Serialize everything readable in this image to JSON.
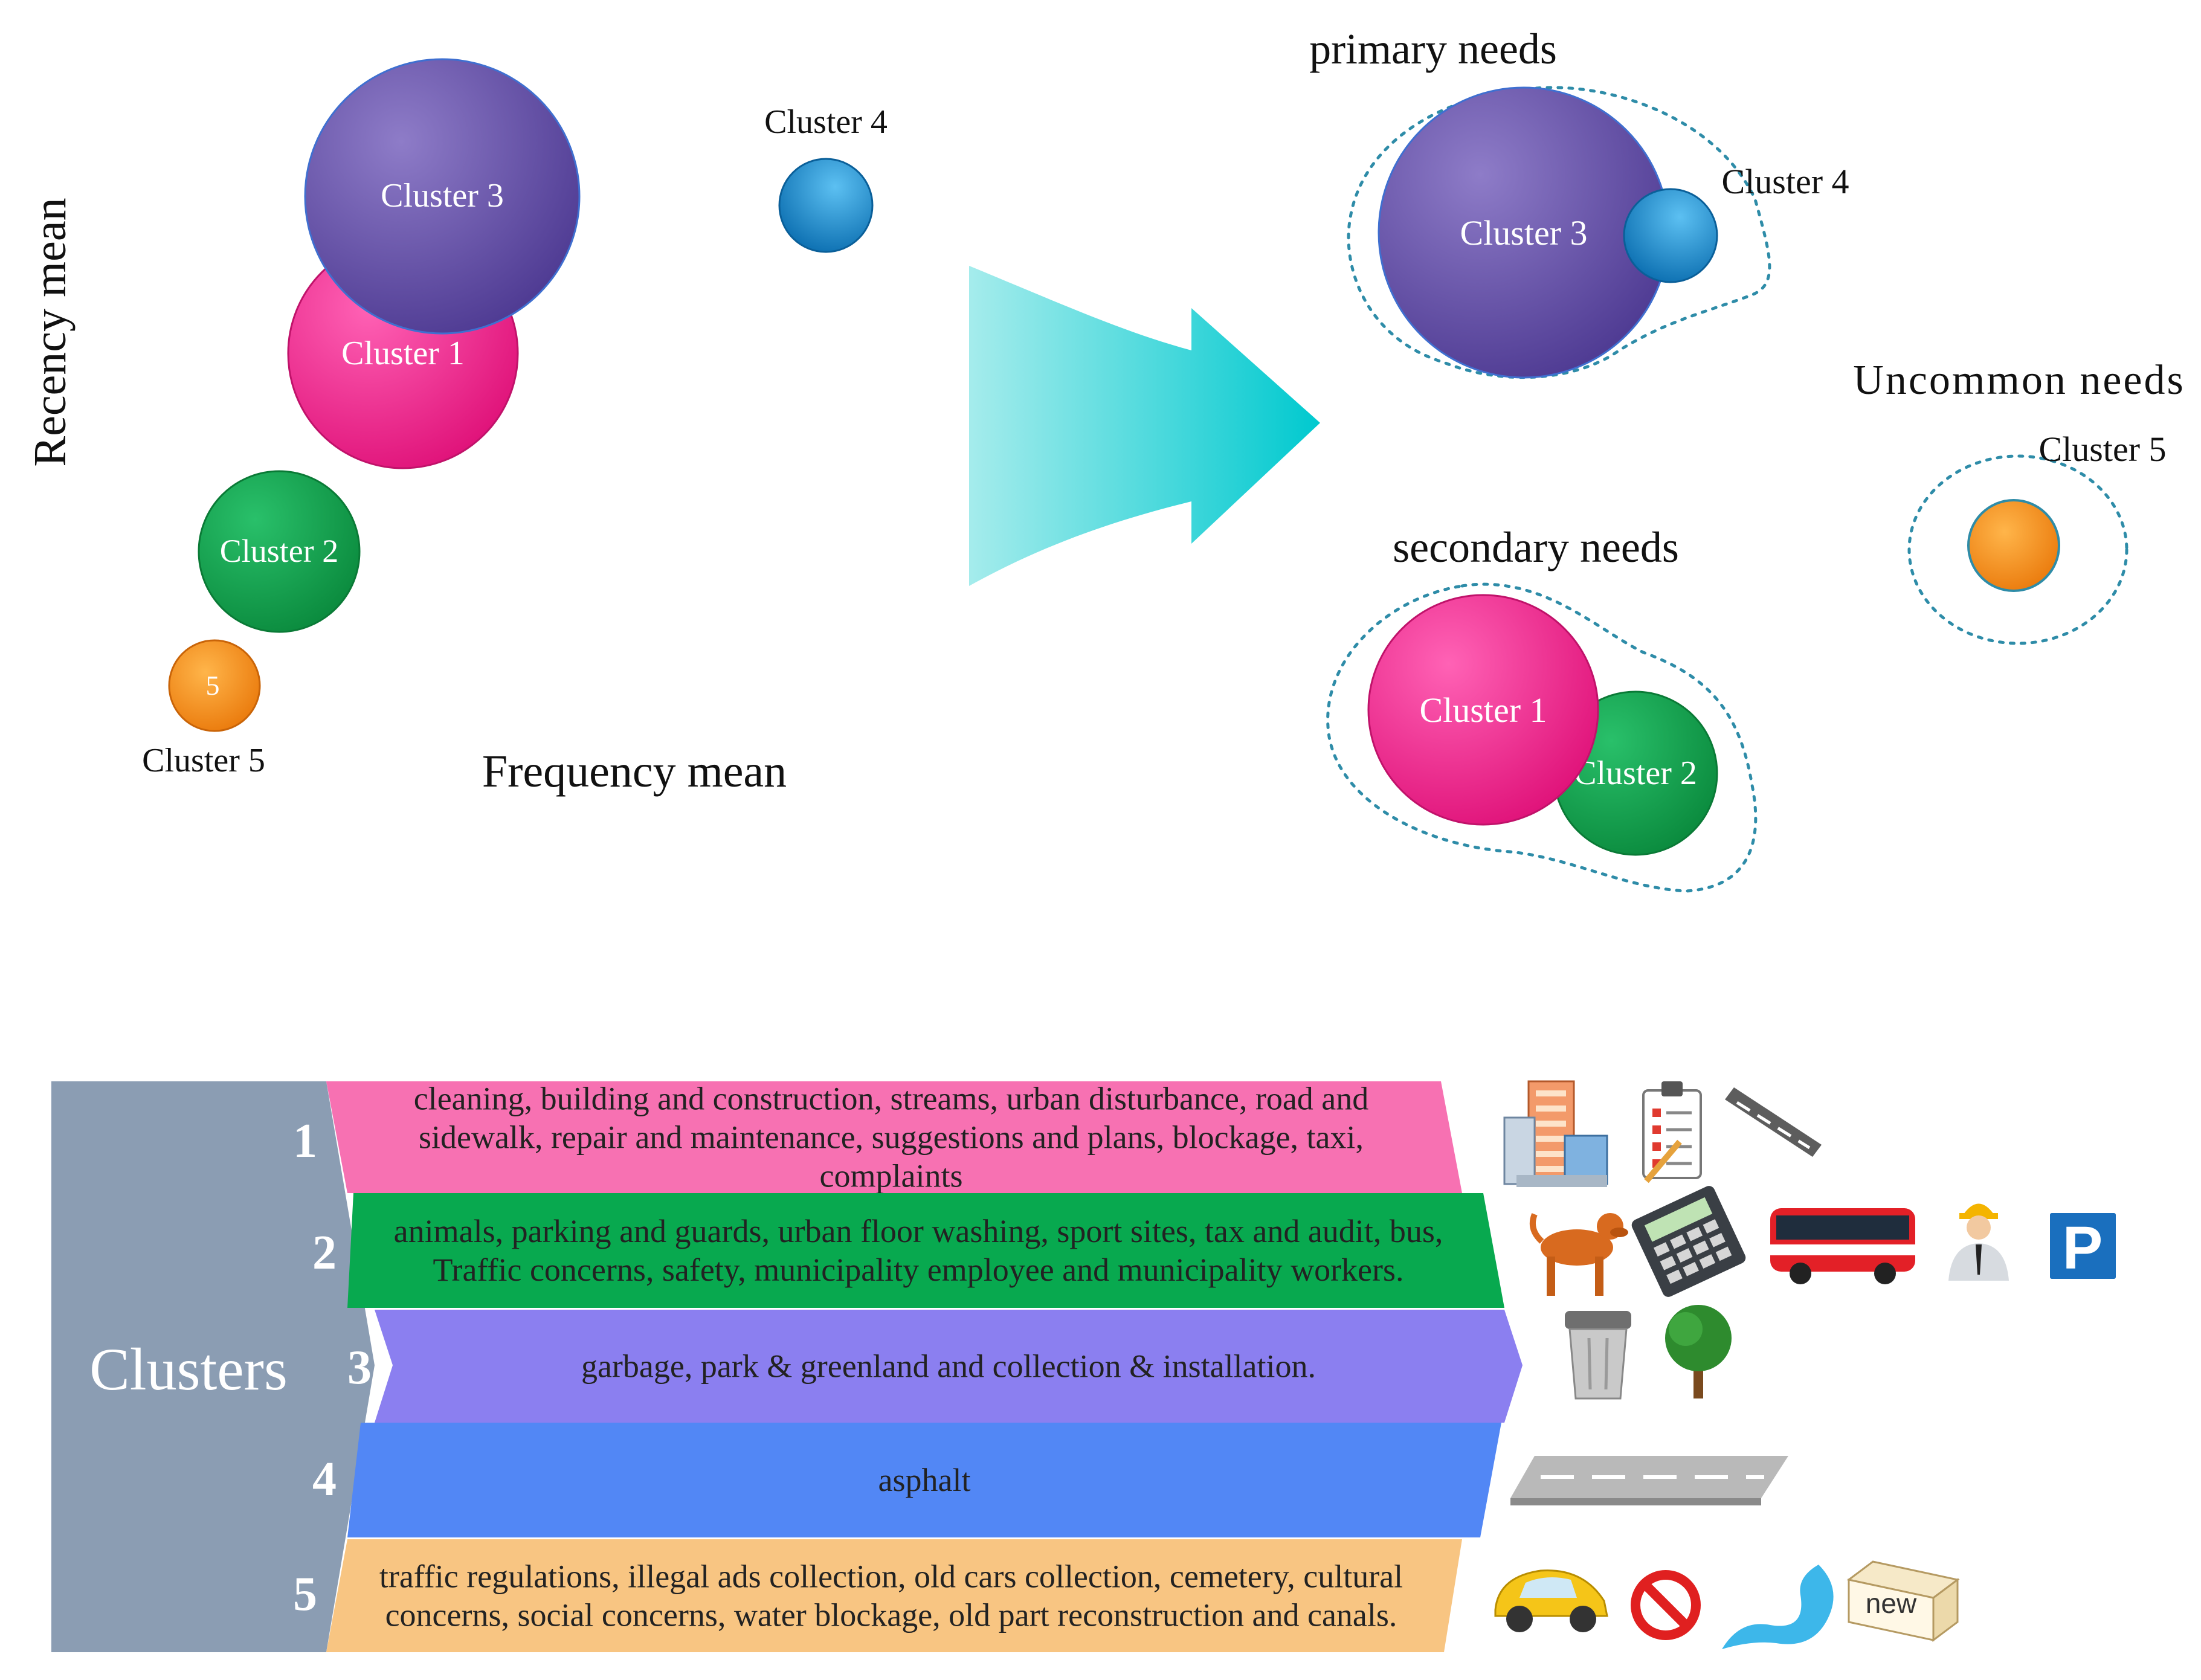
{
  "scatter": {
    "x_axis_label": "Frequency mean",
    "y_axis_label": "Recency mean",
    "clusters": [
      {
        "label": "Cluster 3",
        "color": "#6c55a8"
      },
      {
        "label": "Cluster 1",
        "color": "#f0308f"
      },
      {
        "label": "Cluster 4",
        "color": "#1d8fd0"
      },
      {
        "label": "Cluster 2",
        "color": "#12a84e"
      },
      {
        "label": "5",
        "color": "#f2901f"
      },
      {
        "label": "Cluster 5",
        "color": "#f2901f"
      }
    ]
  },
  "needs": {
    "primary": {
      "title": "primary needs",
      "cluster_a": "Cluster 3",
      "cluster_b": "Cluster 4"
    },
    "secondary": {
      "title": "secondary needs",
      "cluster_a": "Cluster 1",
      "cluster_b": "Cluster 2"
    },
    "uncommon": {
      "title": "Uncommon needs",
      "cluster_a": "Cluster 5"
    }
  },
  "table": {
    "title": "Clusters",
    "rows": [
      {
        "number": "1",
        "color": "#f771b2",
        "lines": [
          "cleaning, building and construction, streams, urban disturbance, road and",
          "sidewalk, repair and maintenance, suggestions and plans, blockage, taxi,",
          "complaints"
        ],
        "icons": [
          "buildings-icon",
          "checklist-icon",
          "road-barrier-icon"
        ]
      },
      {
        "number": "2",
        "color": "#08a94f",
        "lines": [
          "animals, parking and guards, urban floor washing, sport sites, tax and audit, bus,",
          "Traffic concerns, safety, municipality employee and municipality workers."
        ],
        "icons": [
          "dog-icon",
          "calculator-icon",
          "bus-icon",
          "worker-icon",
          "parking-sign-icon"
        ]
      },
      {
        "number": "3",
        "color": "#8b7ff0",
        "lines": [
          "garbage, park & greenland and collection & installation."
        ],
        "icons": [
          "trash-bin-icon",
          "tree-icon"
        ]
      },
      {
        "number": "4",
        "color": "#5287f5",
        "lines": [
          "asphalt"
        ],
        "icons": [
          "road-icon"
        ]
      },
      {
        "number": "5",
        "color": "#f8c582",
        "lines": [
          "traffic regulations, illegal ads collection, old cars collection, cemetery, cultural",
          "concerns, social concerns, water blockage, old part reconstruction and canals."
        ],
        "icons": [
          "car-icon",
          "no-entry-icon",
          "water-icon",
          "new-box-icon"
        ]
      }
    ],
    "new_box_text": "new"
  }
}
